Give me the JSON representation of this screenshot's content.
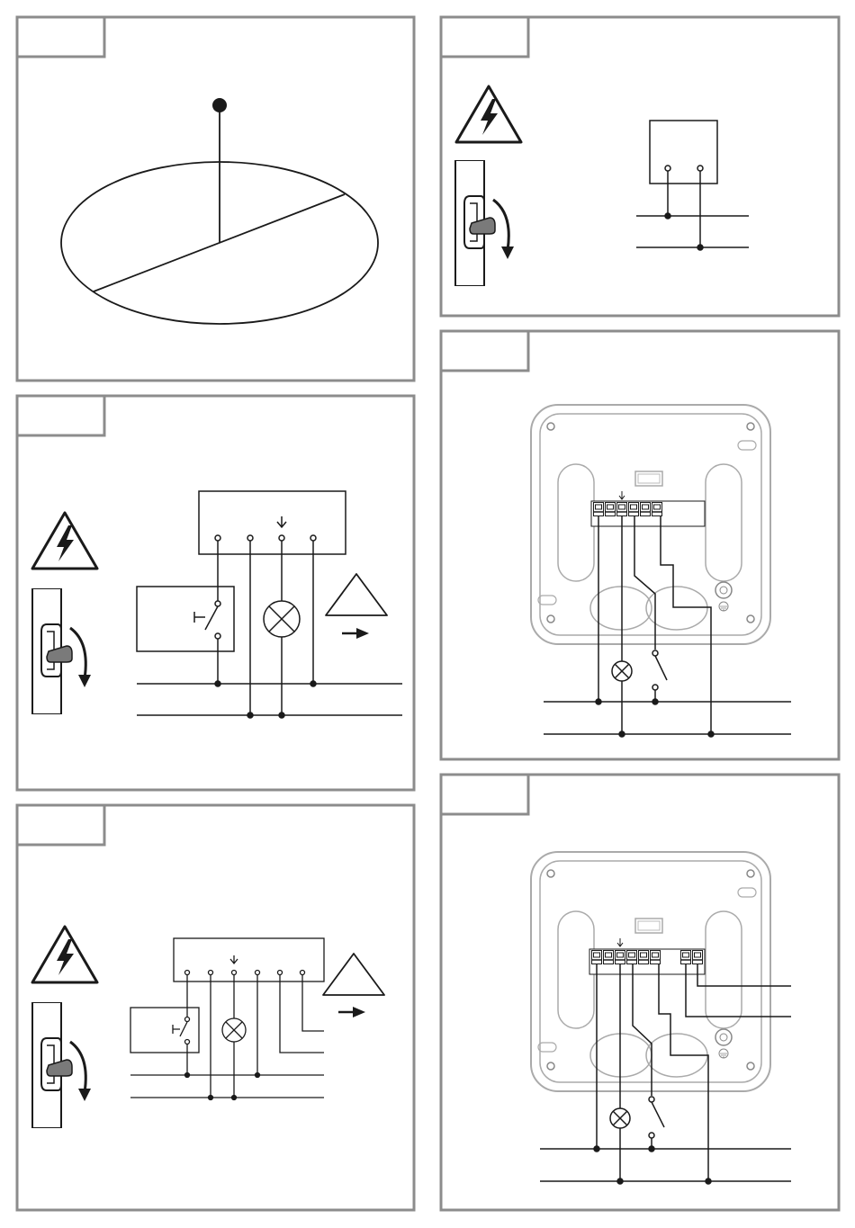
{
  "panels": [
    {
      "id": "p1",
      "title": ""
    },
    {
      "id": "p2",
      "title": ""
    },
    {
      "id": "p3",
      "title": ""
    },
    {
      "id": "p4",
      "title": ""
    },
    {
      "id": "p5",
      "title": ""
    },
    {
      "id": "p6",
      "title": ""
    }
  ],
  "colors": {
    "panel_border": "#8c8c8c",
    "line": "#1a1a1a",
    "device": "#aaaaaa",
    "breaker_handle": "#7a7a7a"
  },
  "icons": [
    "high-voltage-warning-icon",
    "circuit-breaker-icon",
    "turn-off-arrow-icon",
    "lamp-icon",
    "switch-icon",
    "caution-triangle-icon",
    "right-arrow-icon",
    "ground-icon"
  ]
}
